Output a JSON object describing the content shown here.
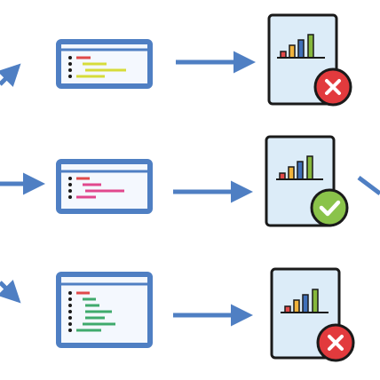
{
  "colors": {
    "arrow": "#4f7fc3",
    "window_frame": "#4f7fc3",
    "window_fill": "#f4f8fe",
    "doc_fill": "#dcecf8",
    "doc_stroke": "#1a1a1a",
    "fail": "#e23a3d",
    "pass": "#8ac34a",
    "bar_red": "#e24a4a",
    "bar_yellow": "#f0b33c",
    "bar_blue": "#3f6fb8",
    "bar_green": "#86b83c",
    "code_red": "#e04a4a",
    "code_yellow": "#d6dc3a",
    "code_pink": "#e1488d",
    "code_green": "#3faa6c"
  },
  "rows": [
    {
      "status": "fail",
      "status_icon": "x-circle-icon",
      "code_color": "code_yellow"
    },
    {
      "status": "pass",
      "status_icon": "check-circle-icon",
      "code_color": "code_pink"
    },
    {
      "status": "fail",
      "status_icon": "x-circle-icon",
      "code_color": "code_green"
    }
  ],
  "icons": {
    "code_window": "code-window-icon",
    "report": "bar-chart-report-icon",
    "arrow": "arrow-right-icon"
  }
}
